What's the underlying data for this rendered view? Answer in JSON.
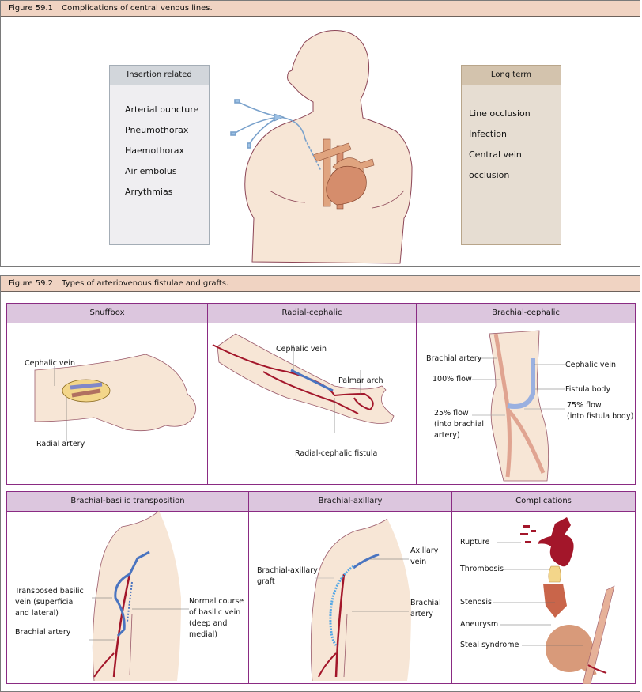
{
  "figure1": {
    "number": "Figure 59.1",
    "title": "Complications of central venous lines.",
    "insertion": {
      "header": "Insertion related",
      "items": [
        "Arterial puncture",
        "Pneumothorax",
        "Haemothorax",
        "Air embolus",
        "Arrythmias"
      ]
    },
    "long_term": {
      "header": "Long term",
      "items": [
        "Line occlusion",
        "Infection",
        "Central vein occlusion"
      ]
    }
  },
  "figure2": {
    "number": "Figure 59.2",
    "title": "Types of arteriovenous fistulae and grafts.",
    "panels": {
      "snuffbox": {
        "title": "Snuffbox",
        "labels": [
          "Cephalic vein",
          "Radial artery"
        ]
      },
      "radial_cephalic": {
        "title": "Radial-cephalic",
        "labels": [
          "Cephalic vein",
          "Palmar arch",
          "Radial-cephalic fistula"
        ]
      },
      "brachial_cephalic": {
        "title": "Brachial-cephalic",
        "labels": [
          "Brachial artery",
          "100% flow",
          "25% flow",
          "(into brachial",
          "artery)",
          "Cephalic vein",
          "Fistula body",
          "75% flow",
          "(into fistula body)"
        ]
      },
      "brachial_basilic": {
        "title": "Brachial-basilic transposition",
        "labels": [
          "Transposed basilic",
          "vein (superficial",
          "and lateral)",
          "Brachial artery",
          "Normal course",
          "of basilic vein",
          "(deep and",
          "medial)"
        ]
      },
      "brachial_axillary": {
        "title": "Brachial-axillary",
        "labels": [
          "Brachial-axillary",
          "graft",
          "Axillary",
          "vein",
          "Brachial",
          "artery"
        ]
      },
      "complications": {
        "title": "Complications",
        "labels": [
          "Rupture",
          "Thrombosis",
          "Stenosis",
          "Aneurysm",
          "Steal syndrome"
        ]
      }
    }
  },
  "colors": {
    "title_bar": "#f0d3c2",
    "panel_header": "#dcc6de",
    "panel_border": "#8a2b83",
    "skin": "#f7e6d6",
    "artery": "#a3162a",
    "vein": "#4a74c0",
    "insertion_box": "#efeef1",
    "long_term_box": "#e6ddd2"
  }
}
